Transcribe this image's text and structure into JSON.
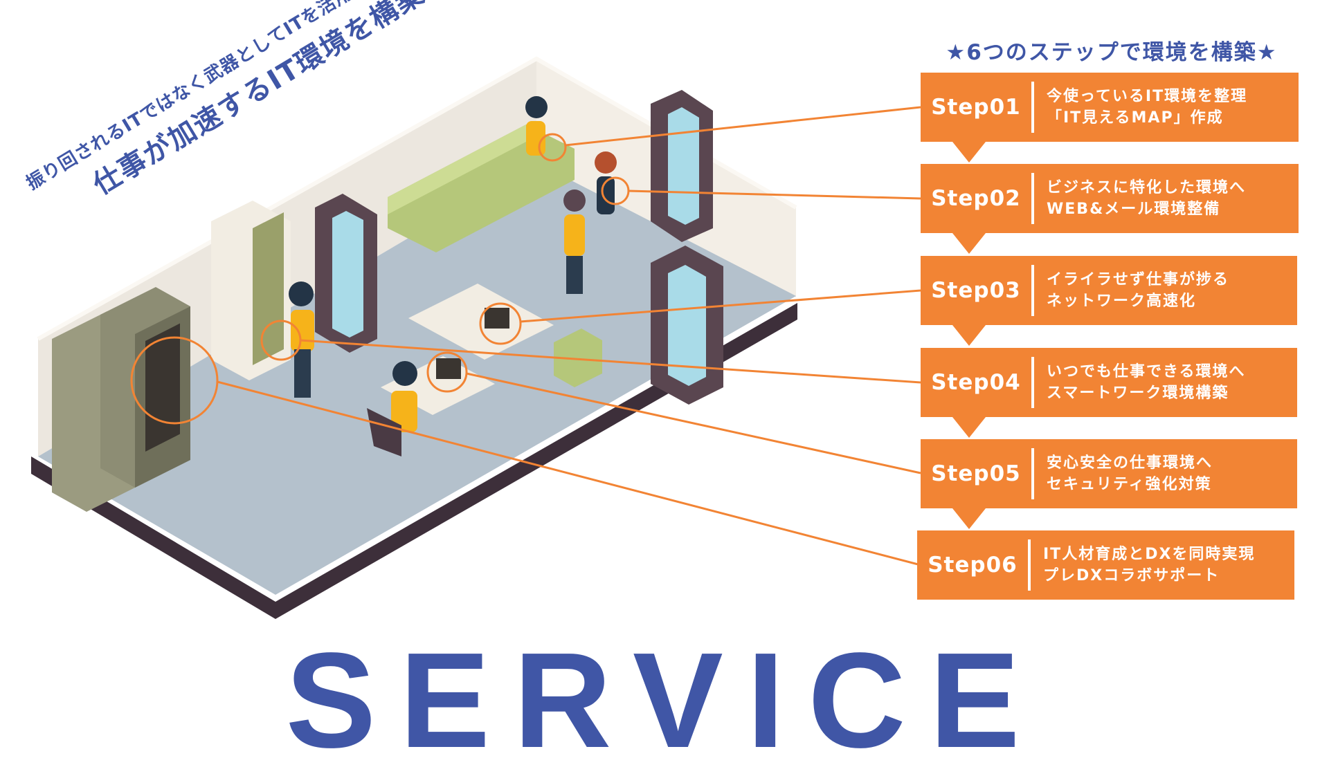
{
  "tagline": {
    "line1": "振り回されるITではなく武器としてITを活用できる",
    "line2": "仕事が加速するIT環境を構築"
  },
  "steps_title": "★6つのステップで環境を構築★",
  "steps": [
    {
      "label": "Step01",
      "line1": "今使っているIT環境を整理",
      "line2": "「IT見えるMAP」作成"
    },
    {
      "label": "Step02",
      "line1": "ビジネスに特化した環境へ",
      "line2": "WEB&メール環境整備"
    },
    {
      "label": "Step03",
      "line1": "イライラせず仕事が捗る",
      "line2": "ネットワーク高速化"
    },
    {
      "label": "Step04",
      "line1": "いつでも仕事できる環境へ",
      "line2": "スマートワーク環境構築"
    },
    {
      "label": "Step05",
      "line1": "安心安全の仕事環境へ",
      "line2": "セキュリティ強化対策"
    },
    {
      "label": "Step06",
      "line1": "IT人材育成とDXを同時実現",
      "line2": "プレDXコラボサポート"
    }
  ],
  "heading": "SERVICE",
  "colors": {
    "accent": "#f28434",
    "brand": "#3f56a6"
  }
}
